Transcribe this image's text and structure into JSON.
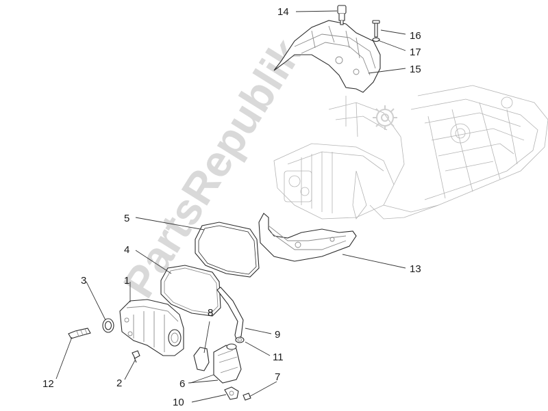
{
  "callouts": {
    "c1": "1",
    "c2": "2",
    "c3": "3",
    "c4": "4",
    "c5": "5",
    "c6": "6",
    "c7": "7",
    "c8": "8",
    "c9": "9",
    "c10": "10",
    "c11": "11",
    "c12": "12",
    "c13": "13",
    "c14": "14",
    "c15": "15",
    "c16": "16",
    "c17": "17"
  },
  "watermark": {
    "text": "PartsRepublik"
  },
  "colors": {
    "lines": "#2a2a2a",
    "engine_background": "#b3b3b3",
    "watermark": "#d9d9d9"
  },
  "icons": {
    "watermark_logo": "gear-icon"
  }
}
